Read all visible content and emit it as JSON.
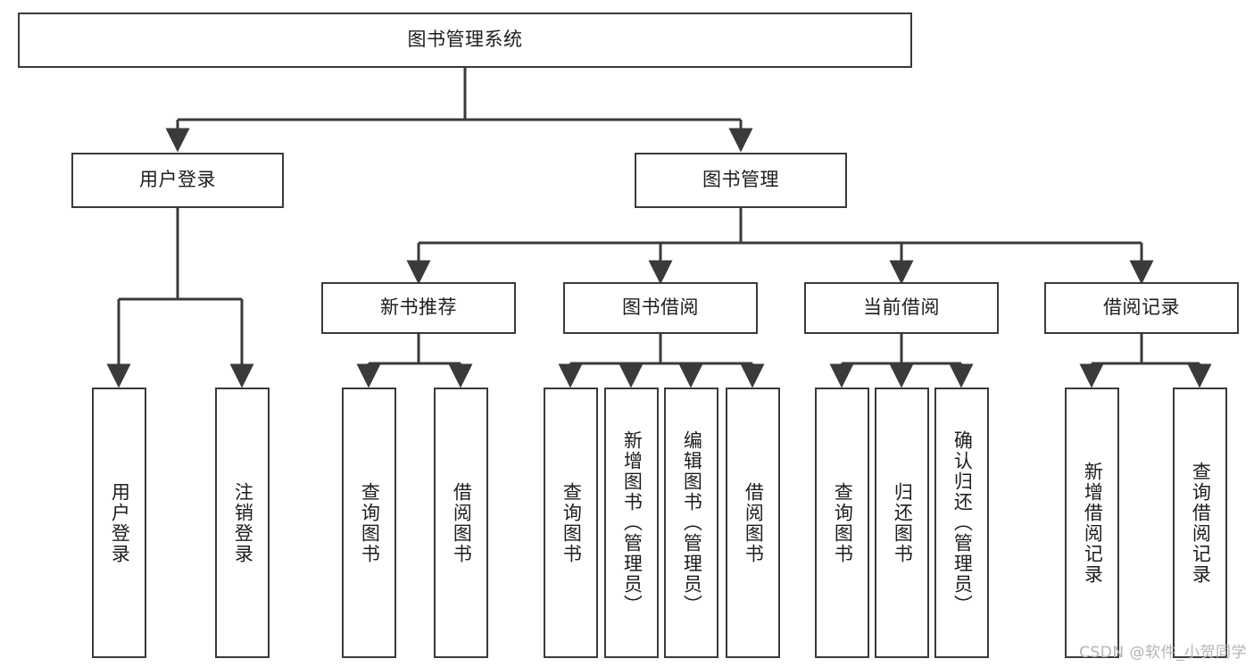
{
  "diagram": {
    "type": "tree-hierarchy-diagram",
    "title": "图书管理系统",
    "colors": {
      "line": "#3a3a3a",
      "box_fill": "#ffffff",
      "text": "#1d1d1d",
      "watermark": "#b4b4b4"
    },
    "nodes": {
      "root": {
        "label": "图书管理系统"
      },
      "level1": [
        {
          "id": "user-login",
          "label": "用户登录"
        },
        {
          "id": "book-management",
          "label": "图书管理"
        }
      ],
      "level2": [
        {
          "id": "new-book-recommend",
          "label": "新书推荐"
        },
        {
          "id": "book-borrow",
          "label": "图书借阅"
        },
        {
          "id": "current-borrow",
          "label": "当前借阅"
        },
        {
          "id": "borrow-record",
          "label": "借阅记录"
        }
      ],
      "leaves": {
        "user_login": [
          {
            "id": "leaf-user-login",
            "label": "用户登录"
          },
          {
            "id": "leaf-logout-login",
            "label": "注销登录"
          }
        ],
        "new_book_recommend": [
          {
            "id": "leaf-query-book-1",
            "label": "查询图书"
          },
          {
            "id": "leaf-borrow-book-1",
            "label": "借阅图书"
          }
        ],
        "book_borrow": [
          {
            "id": "leaf-query-book-2",
            "label": "查询图书"
          },
          {
            "id": "leaf-add-book",
            "label": "新增图书（管理员）"
          },
          {
            "id": "leaf-edit-book",
            "label": "编辑图书（管理员）"
          },
          {
            "id": "leaf-borrow-book-2",
            "label": "借阅图书"
          }
        ],
        "current_borrow": [
          {
            "id": "leaf-query-book-3",
            "label": "查询图书"
          },
          {
            "id": "leaf-return-book",
            "label": "归还图书"
          },
          {
            "id": "leaf-confirm-return",
            "label": "确认归还（管理员）"
          }
        ],
        "borrow_record": [
          {
            "id": "leaf-add-record",
            "label": "新增借阅记录"
          },
          {
            "id": "leaf-query-record",
            "label": "查询借阅记录"
          }
        ]
      }
    },
    "watermark": "CSDN @软件_小贺同学"
  }
}
